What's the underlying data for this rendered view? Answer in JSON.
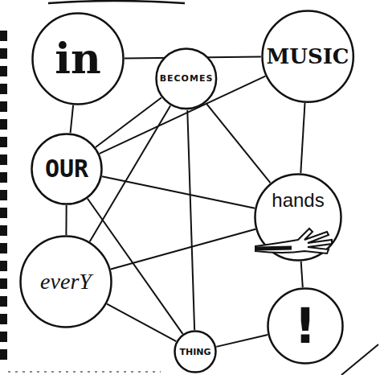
{
  "diagram": {
    "nodes": [
      {
        "text": [
          "in"
        ]
      },
      {
        "text": [
          "BECOMES"
        ]
      },
      {
        "text": [
          "MUSIC"
        ]
      },
      {
        "text": [
          "OUR"
        ]
      },
      {
        "text": [
          "hands"
        ]
      },
      {
        "text": [
          "everY"
        ]
      },
      {
        "text": [
          "THING"
        ]
      },
      {
        "text": [
          "!"
        ]
      }
    ],
    "edges": [
      {
        "from": 0,
        "to": 2,
        "arrow": "none"
      },
      {
        "from": 0,
        "to": 3,
        "arrow": "none"
      },
      {
        "from": 3,
        "to": 1,
        "arrow": "none"
      },
      {
        "from": 3,
        "to": 2,
        "arrow": "none"
      },
      {
        "from": 3,
        "to": 4,
        "arrow": "none"
      },
      {
        "from": 3,
        "to": 6,
        "arrow": "none"
      },
      {
        "from": 3,
        "to": 5,
        "arrow": "none"
      },
      {
        "from": 1,
        "to": 5,
        "arrow": "none"
      },
      {
        "from": 1,
        "to": 6,
        "arrow": "none"
      },
      {
        "from": 1,
        "to": 4,
        "arrow": "none"
      },
      {
        "from": 2,
        "to": 4,
        "arrow": "none"
      },
      {
        "from": 4,
        "to": 7,
        "arrow": "none"
      },
      {
        "from": 5,
        "to": 4,
        "arrow": "none"
      },
      {
        "from": 5,
        "to": 6,
        "arrow": "none"
      },
      {
        "from": 6,
        "to": 7,
        "arrow": "none"
      }
    ]
  }
}
